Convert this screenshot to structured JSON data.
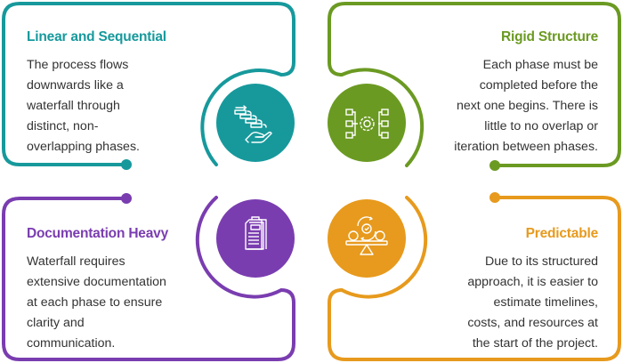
{
  "colors": {
    "teal": "#17999c",
    "green": "#6b9a22",
    "purple": "#7a3db0",
    "orange": "#e79a1d",
    "body_text": "#333333"
  },
  "quadrants": [
    {
      "id": "linear",
      "title": "Linear and Sequential",
      "body_lines": [
        "The process flows",
        "downwards like a",
        "waterfall through",
        "distinct, non-",
        "overlapping phases."
      ],
      "icon": "stairs-flow-hand-icon",
      "color": "#17999c"
    },
    {
      "id": "rigid",
      "title": "Rigid Structure",
      "body_lines": [
        "Each phase must be",
        "completed before the",
        "next one begins. There is",
        "little to no overlap or",
        "iteration between phases."
      ],
      "icon": "gear-hierarchy-icon",
      "color": "#6b9a22"
    },
    {
      "id": "documentation",
      "title": "Documentation Heavy",
      "body_lines": [
        "Waterfall requires",
        "extensive documentation",
        "at each phase to ensure",
        "clarity and",
        "communication."
      ],
      "icon": "stacked-documents-icon",
      "color": "#7a3db0"
    },
    {
      "id": "predictable",
      "title": "Predictable",
      "body_lines": [
        "Due to its structured",
        "approach, it is easier to",
        "estimate timelines,",
        "costs, and resources at",
        "the start of the project."
      ],
      "icon": "balance-scale-cycle-icon",
      "color": "#e79a1d"
    }
  ]
}
